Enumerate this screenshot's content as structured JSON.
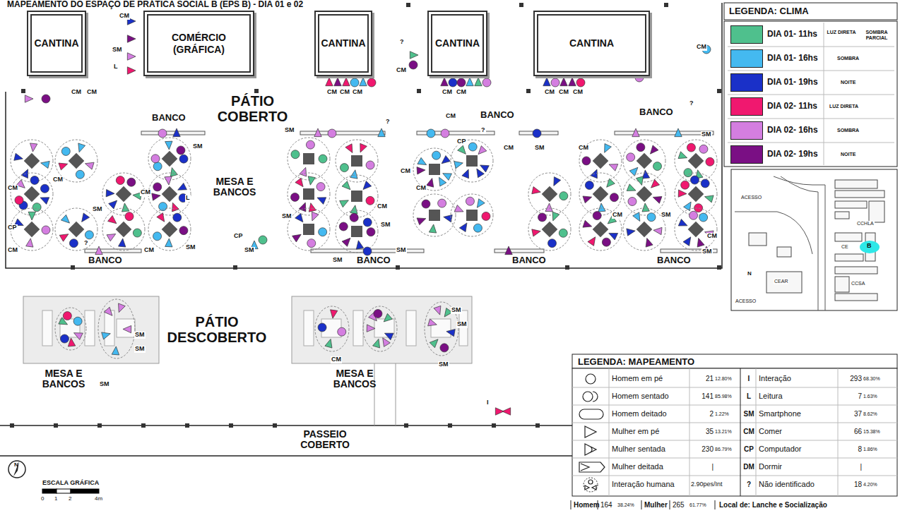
{
  "diagram": {
    "title": "MAPEAMENTO DO ESPAÇO DE PRÁTICA SOCIAL B (EPS B) - DIA 01 e 02",
    "nodes": [
      {
        "text": [
          "CANTINA"
        ]
      },
      {
        "text": [
          "COMÉRCIO (GRÁFICA)"
        ]
      },
      {
        "text": [
          "CANTINA"
        ]
      },
      {
        "text": [
          "CANTINA"
        ]
      },
      {
        "text": [
          "CANTINA"
        ]
      }
    ],
    "labels": [
      "PÁTIO COBERTO",
      "MESA E BANCOS",
      "BANCO",
      "BANCO",
      "BANCO",
      "BANCO",
      "BANCO",
      "BANCO",
      "BANCO",
      "PÁTIO DESCOBERTO",
      "MESA E BANCOS",
      "MESA E BANCOS",
      "PASSEIO COBERTO",
      "ESCALA GRÁFICA",
      "0",
      "1",
      "2",
      "4m",
      "LEGENDA: CLIMA",
      "LUZ DIRETA",
      "SOMBRA PARCIAL",
      "SOMBRA",
      "NOITE",
      "LUZ DIRETA",
      "SOMBRA",
      "NOITE",
      "ACESSO",
      "CCHLA",
      "CE",
      "B",
      "CEAR",
      "CCSA",
      "ACESSO",
      "LEGENDA: MAPEAMENTO",
      "21",
      "12.80%",
      "I",
      "293",
      "68.30%",
      "141",
      "85.98%",
      "L",
      "7",
      "1.63%",
      "2",
      "1.22%",
      "SM",
      "37",
      "8.62%",
      "35",
      "13.21%",
      "CM",
      "66",
      "15.38%",
      "230",
      "86.79%",
      "CP",
      "8",
      "1.86%",
      "|",
      "DM",
      "|",
      "2.90pes/Int",
      "?",
      "18",
      "4.20%",
      "Homem",
      "164",
      "38.24%",
      "Mulher",
      "265",
      "61.77%",
      "Local de: Lanche e Socialização",
      "CM",
      "SM",
      "L",
      "CM",
      "CM",
      "CM",
      "CM",
      "CM",
      "CM",
      "CM",
      "CM",
      "CM",
      "CM",
      "CM",
      "CM",
      "?",
      "?",
      "SM",
      "SM",
      "CM",
      "CP",
      "CM",
      "CM",
      "SM",
      "CM",
      "L",
      "SM",
      "CM",
      "CP",
      "SM",
      "SM",
      "SM",
      "CM",
      "SM",
      "SM",
      "CM",
      "CP",
      "CM",
      "SM",
      "CM",
      "CM",
      "SM",
      "CM",
      "CM",
      "SM",
      "SM",
      "CM",
      "?",
      "?",
      "SM",
      "SM",
      "SM",
      "CM",
      "SM",
      "SM",
      "SM",
      "I",
      "?",
      "N",
      "N"
    ],
    "legend": [
      {
        "text": "DIA 01- 11hs",
        "color": "#4fc08d"
      },
      {
        "text": "DIA 01- 16hs",
        "color": "#44b9f0"
      },
      {
        "text": "DIA 01- 19hs",
        "color": "#1a30c8"
      },
      {
        "text": "DIA 02- 11hs",
        "color": "#f0186f"
      },
      {
        "text": "DIA 02- 16hs",
        "color": "#d47ee0"
      },
      {
        "text": "DIA 02- 19hs",
        "color": "#7a0f84"
      },
      {
        "text": "Homem em pé"
      },
      {
        "text": "Homem sentado"
      },
      {
        "text": "Homem deitado"
      },
      {
        "text": "Mulher em pé"
      },
      {
        "text": "Mulher sentada"
      },
      {
        "text": "Mulher deitada"
      },
      {
        "text": "Interação humana"
      },
      {
        "text": "Interação"
      },
      {
        "text": "Leitura"
      },
      {
        "text": "Smartphone"
      },
      {
        "text": "Comer"
      },
      {
        "text": "Computador"
      },
      {
        "text": "Dormir"
      },
      {
        "text": "Não identificado"
      }
    ]
  }
}
